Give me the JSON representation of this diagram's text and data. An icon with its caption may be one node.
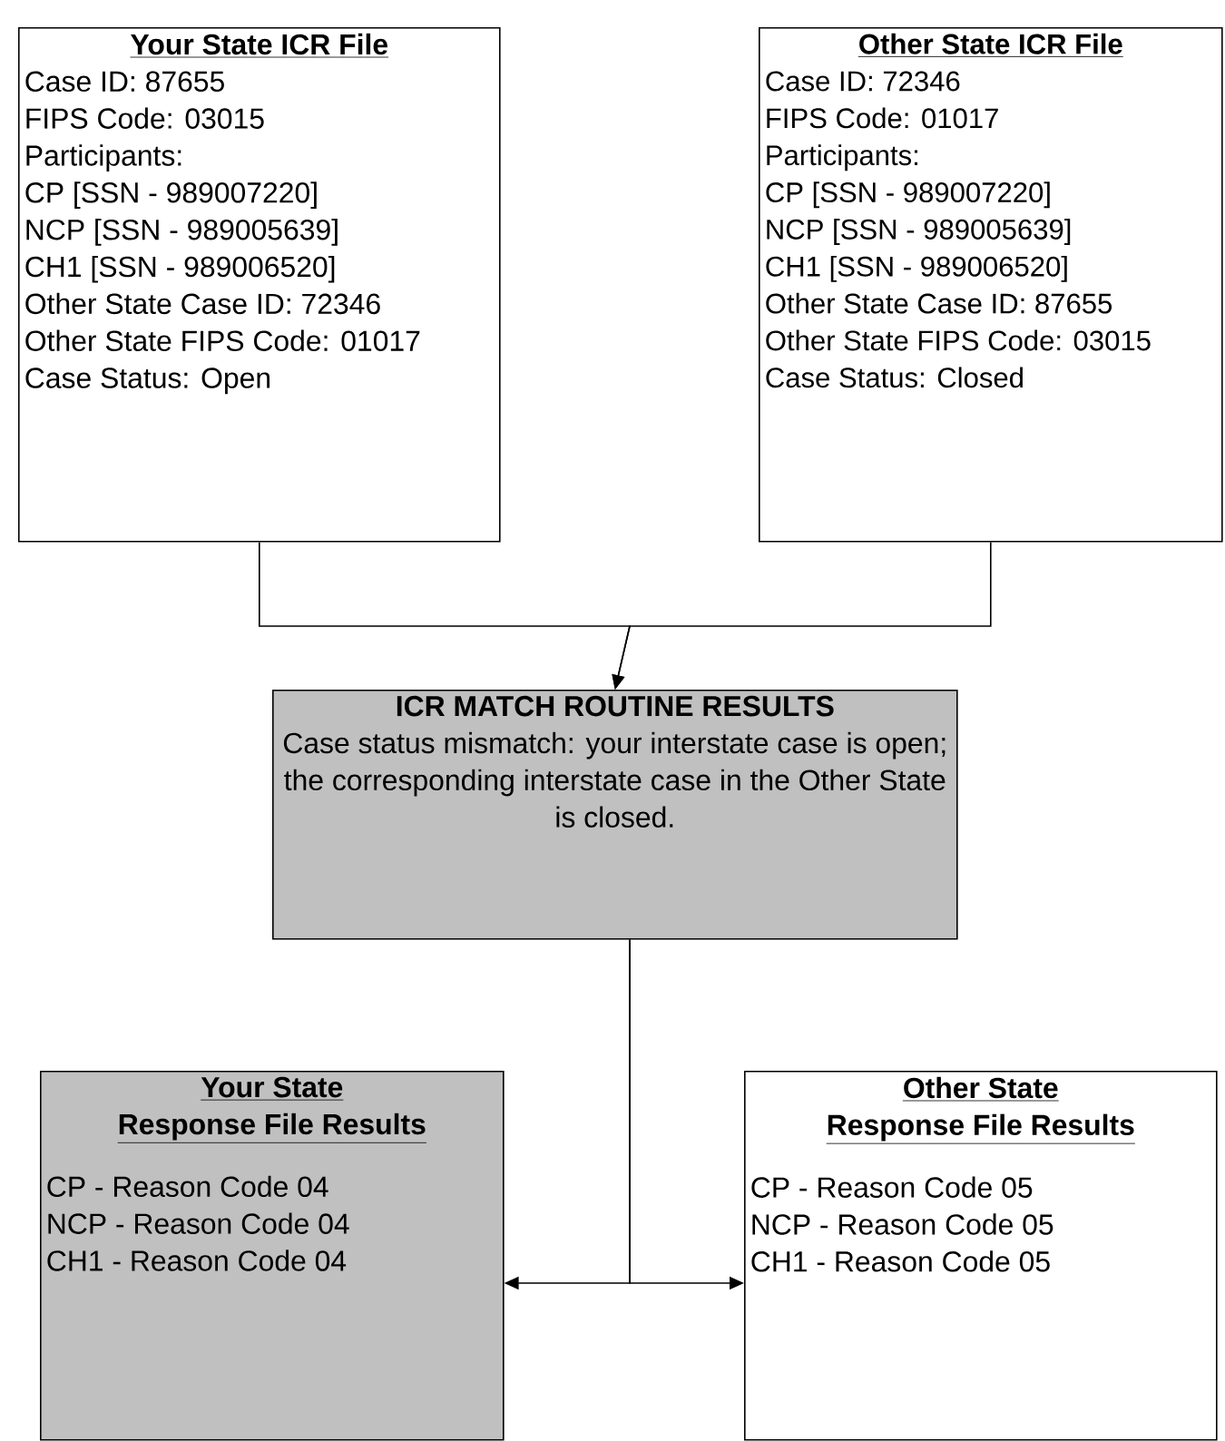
{
  "diagram": {
    "nodes": [
      {
        "text": [
          "Your State ICR File",
          "Case ID: 87655",
          "FIPS Code: 03015",
          "Participants:",
          "CP [SSN - 989007220]",
          "NCP [SSN - 989005639]",
          "CH1 [SSN - 989006520]",
          "Other State Case ID: 72346",
          "Other State FIPS Code: 01017",
          "Case Status: Open"
        ]
      },
      {
        "text": [
          "Other State ICR File",
          "Case ID: 72346",
          "FIPS Code: 01017",
          "Participants:",
          "CP [SSN - 989007220]",
          "NCP [SSN - 989005639]",
          "CH1 [SSN - 989006520]",
          "Other State Case ID: 87655",
          "Other State FIPS Code: 03015",
          "Case Status: Closed"
        ]
      },
      {
        "text": [
          "ICR MATCH ROUTINE RESULTS",
          "Case status mismatch: your interstate case is open; the corresponding interstate case in the Other State is closed."
        ]
      },
      {
        "text": [
          "Your State",
          "Response File Results",
          "CP - Reason Code 04",
          "NCP - Reason Code 04",
          "CH1 - Reason Code 04"
        ]
      },
      {
        "text": [
          "Other State",
          "Response File Results",
          "CP - Reason Code 05",
          "NCP - Reason Code 05",
          "CH1 - Reason Code 05"
        ]
      }
    ],
    "edges": [
      {
        "from": 0,
        "to": 2,
        "arrow": "to"
      },
      {
        "from": 1,
        "to": 2,
        "arrow": "to"
      },
      {
        "from": 2,
        "to": 3,
        "arrow": "to"
      },
      {
        "from": 2,
        "to": 4,
        "arrow": "to"
      }
    ]
  }
}
